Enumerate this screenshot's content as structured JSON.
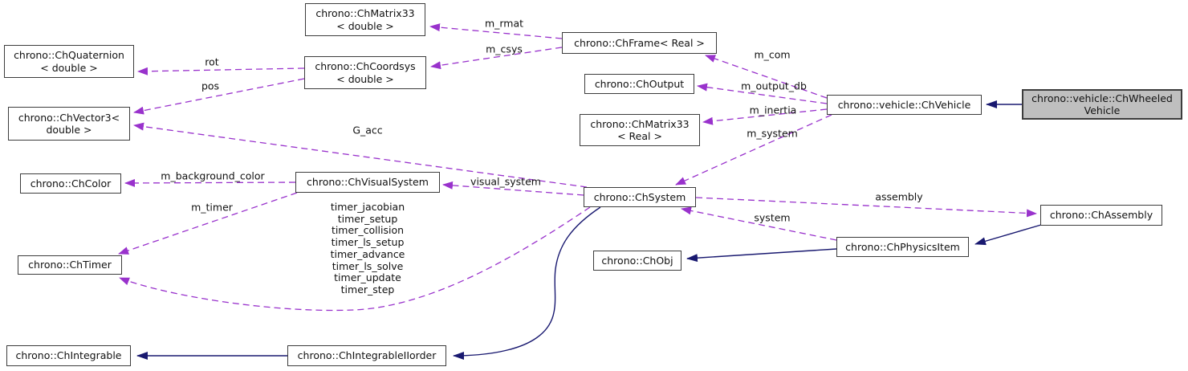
{
  "colors": {
    "background": "#ffffff",
    "member_edge": "#9932cc",
    "inheritance_edge": "#191970",
    "node_fill": "#ffffff",
    "node_border": "#3c3c3c",
    "selected_node_fill": "#bfbfbf"
  },
  "nodes": {
    "matrix33_double": [
      "chrono::ChMatrix33",
      "< double >"
    ],
    "quaternion_double": [
      "chrono::ChQuaternion",
      "< double >"
    ],
    "coordsys_double": [
      "chrono::ChCoordsys",
      "< double >"
    ],
    "frame_real": [
      "chrono::ChFrame< Real >"
    ],
    "output": [
      "chrono::ChOutput"
    ],
    "vector3_double": [
      "chrono::ChVector3<",
      "double >"
    ],
    "matrix33_real": [
      "chrono::ChMatrix33",
      "< Real >"
    ],
    "vehicle": [
      "chrono::vehicle::ChVehicle"
    ],
    "wheeled_vehicle": [
      "chrono::vehicle::ChWheeled",
      "Vehicle"
    ],
    "color": [
      "chrono::ChColor"
    ],
    "visual_system": [
      "chrono::ChVisualSystem"
    ],
    "system": [
      "chrono::ChSystem"
    ],
    "assembly": [
      "chrono::ChAssembly"
    ],
    "physics_item": [
      "chrono::ChPhysicsItem"
    ],
    "obj": [
      "chrono::ChObj"
    ],
    "timer": [
      "chrono::ChTimer"
    ],
    "integrable": [
      "chrono::ChIntegrable"
    ],
    "integrable_iiorder": [
      "chrono::ChIntegrableIIorder"
    ]
  },
  "edge_labels": {
    "m_rmat": "m_rmat",
    "m_csys": "m_csys",
    "rot": "rot",
    "pos": "pos",
    "m_com": "m_com",
    "m_output_db": "m_output_db",
    "m_inertia": "m_inertia",
    "m_system": "m_system",
    "g_acc": "G_acc",
    "m_background_color": "m_background_color",
    "visual_system": "visual_system",
    "m_timer": "m_timer",
    "assembly": "assembly",
    "system": "system",
    "timer_block": [
      "timer_jacobian",
      "timer_setup",
      "timer_collision",
      "timer_ls_setup",
      "timer_advance",
      "timer_ls_solve",
      "timer_update",
      "timer_step"
    ]
  }
}
